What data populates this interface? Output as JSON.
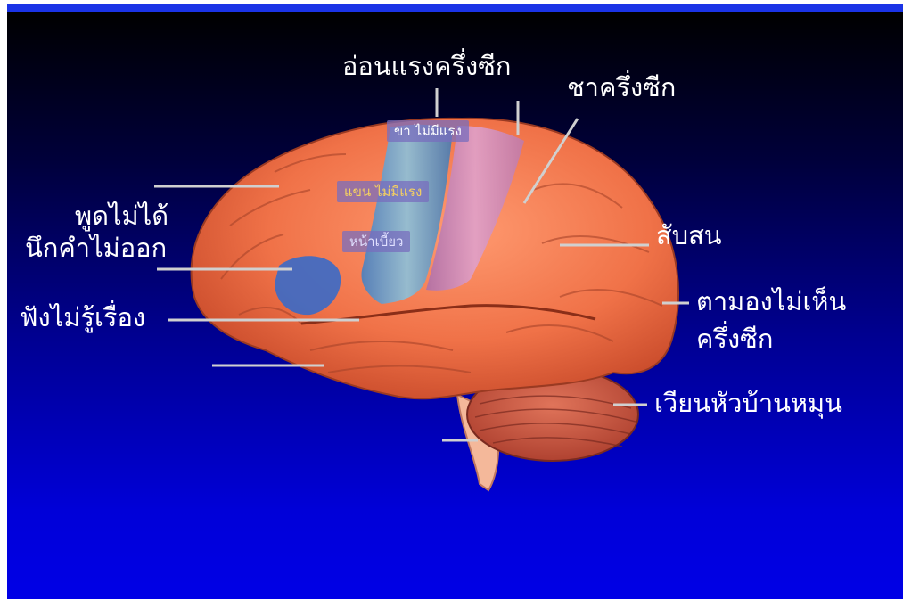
{
  "labels": {
    "weakness_half": "อ่อนแรงครึ่งซีก",
    "numb_half": "ชาครึ่งซีก",
    "cannot_speak_1": "พูดไม่ได้",
    "cannot_speak_2": "นึกคำไม่ออก",
    "confused": "สับสน",
    "no_comprehension": "ฟังไม่รู้เรื่อง",
    "hemianopia_1": "ตามองไม่เห็น",
    "hemianopia_2": "ครึ่งซีก",
    "vertigo": "เวียนหัวบ้านหมุน"
  },
  "tags": {
    "leg_weak": "ขา ไม่มีแรง",
    "arm_weak": "แขน ไม่มีแรง",
    "face_droop": "หน้าเบี้ยว"
  },
  "colors": {
    "background_top": "#000000",
    "background_bottom": "#0000e6",
    "top_bar": "#1a33e6",
    "brain": "#f08050",
    "motor_strip": "#6aa0c8",
    "sensory_strip": "#c080b0",
    "speech_area": "#3060c0",
    "label_text": "#ffffff",
    "tag_text_leg": "#ffffff",
    "tag_text_arm": "#f5d060",
    "tag_text_face": "#e0e0ff"
  }
}
